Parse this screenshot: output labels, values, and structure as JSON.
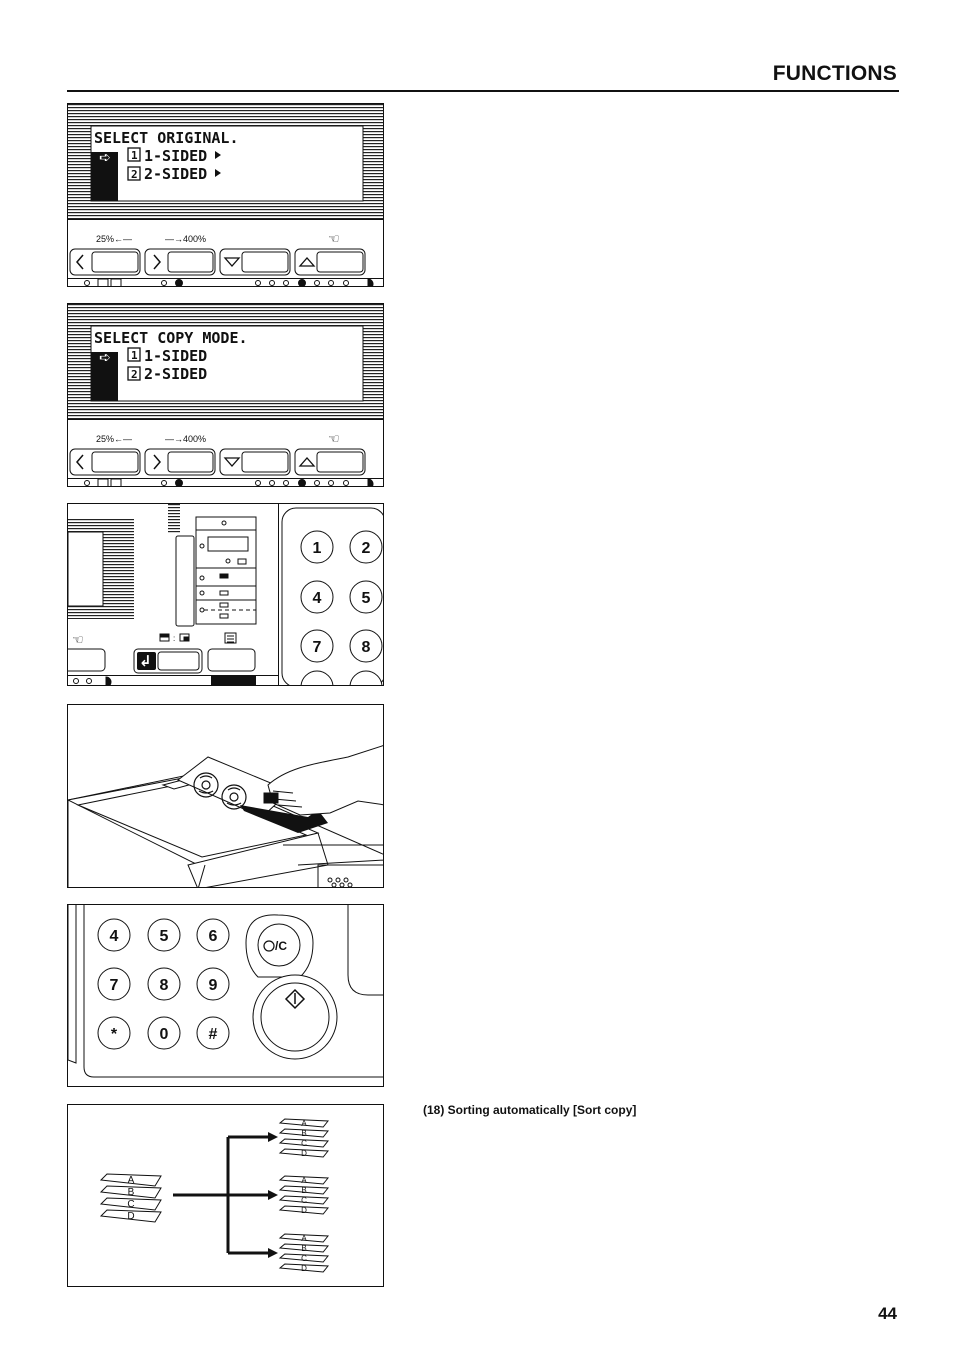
{
  "header": {
    "title": "FUNCTIONS"
  },
  "page_number": "44",
  "panel1": {
    "lcd_title": "SELECT ORIGINAL.",
    "option1": "1-SIDED",
    "option2": "2-SIDED",
    "opt1_num": "1",
    "opt2_num": "2",
    "zoom_left": "25%←—",
    "zoom_right": "—→400%"
  },
  "panel2": {
    "lcd_title": "SELECT COPY MODE.",
    "option1": "1-SIDED",
    "option2": "2-SIDED",
    "opt1_num": "1",
    "opt2_num": "2",
    "zoom_left": "25%←—",
    "zoom_right": "—→400%"
  },
  "panel3": {
    "keys": [
      "1",
      "2",
      "4",
      "5",
      "7",
      "8"
    ]
  },
  "panel5": {
    "keys": [
      "4",
      "5",
      "6",
      "7",
      "8",
      "9",
      "*",
      "0",
      "#"
    ],
    "stop_clear_label": "/C"
  },
  "panel6": {
    "stack_letters": [
      "A",
      "B",
      "C",
      "D"
    ]
  },
  "caption": {
    "text": "(18) Sorting automatically [Sort copy]"
  }
}
